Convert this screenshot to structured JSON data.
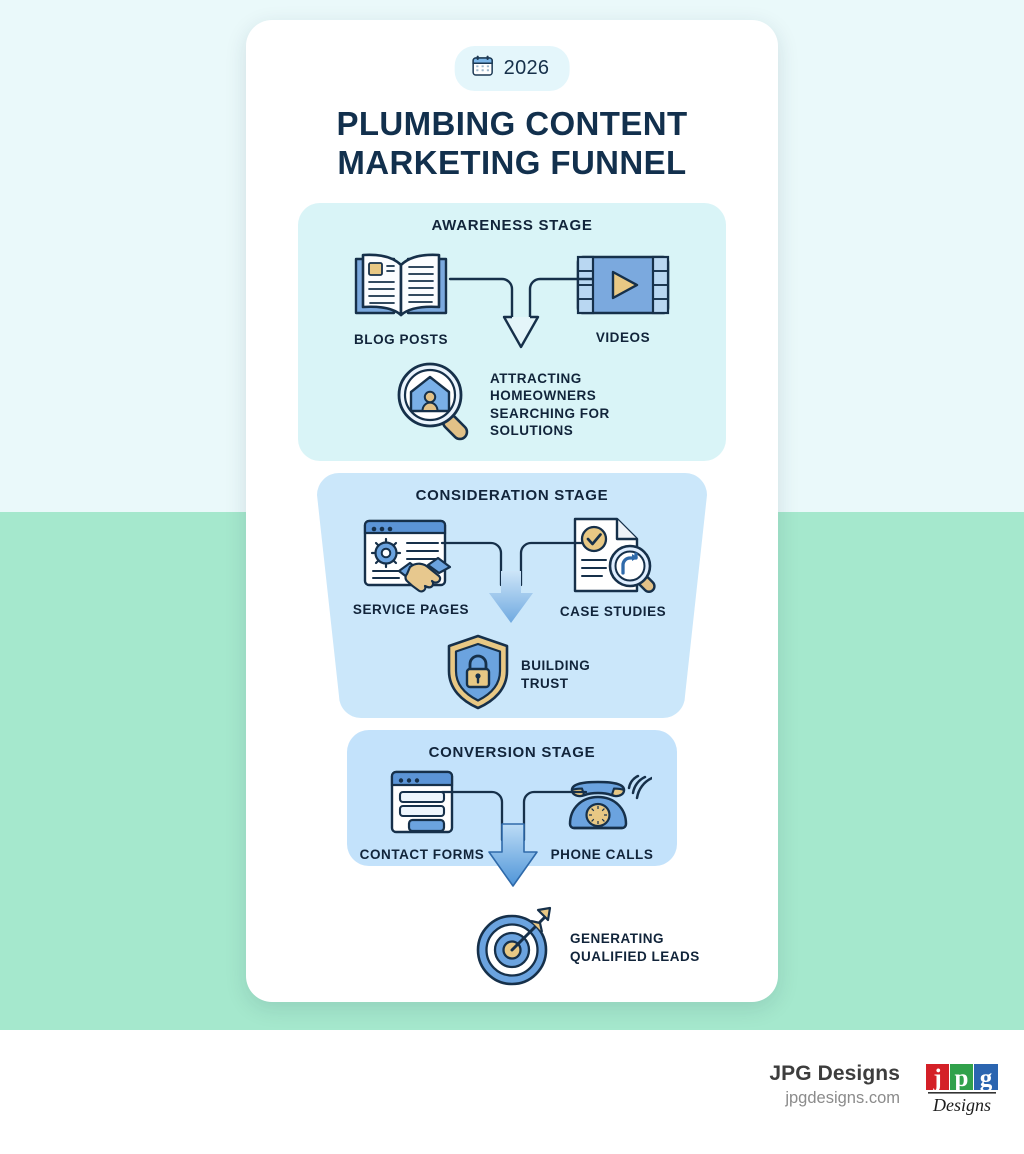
{
  "background": {
    "top_color": "#eaf9fa",
    "mint_color": "#a5e8cd",
    "footer_color": "#ffffff"
  },
  "poster": {
    "year_badge": {
      "icon": "calendar-icon",
      "label": "2026"
    },
    "title_line1": "PLUMBING CONTENT",
    "title_line2": "MARKETING FUNNEL",
    "accent_color": "#5b9bd5",
    "title_color": "#12304d"
  },
  "stages": [
    {
      "id": "awareness",
      "title": "AWARENESS STAGE",
      "bg_color": "#d9f4f7",
      "items": [
        {
          "caption": "BLOG POSTS",
          "icon": "open-book-icon"
        },
        {
          "caption": "VIDEOS",
          "icon": "video-film-icon"
        }
      ],
      "outcome": {
        "icon": "magnifier-house-icon",
        "label": "ATTRACTING\nHOMEOWNERS\nSEARCHING FOR\nSOLUTIONS"
      }
    },
    {
      "id": "consideration",
      "title": "CONSIDERATION STAGE",
      "bg_color": "#cbe7fa",
      "items": [
        {
          "caption": "SERVICE PAGES",
          "icon": "browser-handshake-icon"
        },
        {
          "caption": "CASE STUDIES",
          "icon": "document-magnifier-icon"
        }
      ],
      "outcome": {
        "icon": "shield-lock-icon",
        "label": "BUILDING\nTRUST"
      }
    },
    {
      "id": "conversion",
      "title": "CONVERSION STAGE",
      "bg_color": "#c3e2fb",
      "items": [
        {
          "caption": "CONTACT FORMS",
          "icon": "contact-form-icon"
        },
        {
          "caption": "PHONE CALLS",
          "icon": "telephone-icon"
        }
      ],
      "outcome": {
        "icon": "target-arrow-icon",
        "label": "GENERATING\nQUALIFIED LEADS"
      }
    }
  ],
  "footer": {
    "brand_name": "JPG Designs",
    "brand_url": "jpgdesigns.com",
    "logo": {
      "letters": [
        "j",
        "p",
        "g"
      ],
      "colors": [
        "#d42027",
        "#31a14b",
        "#2b65b0"
      ],
      "script": "Designs"
    }
  }
}
